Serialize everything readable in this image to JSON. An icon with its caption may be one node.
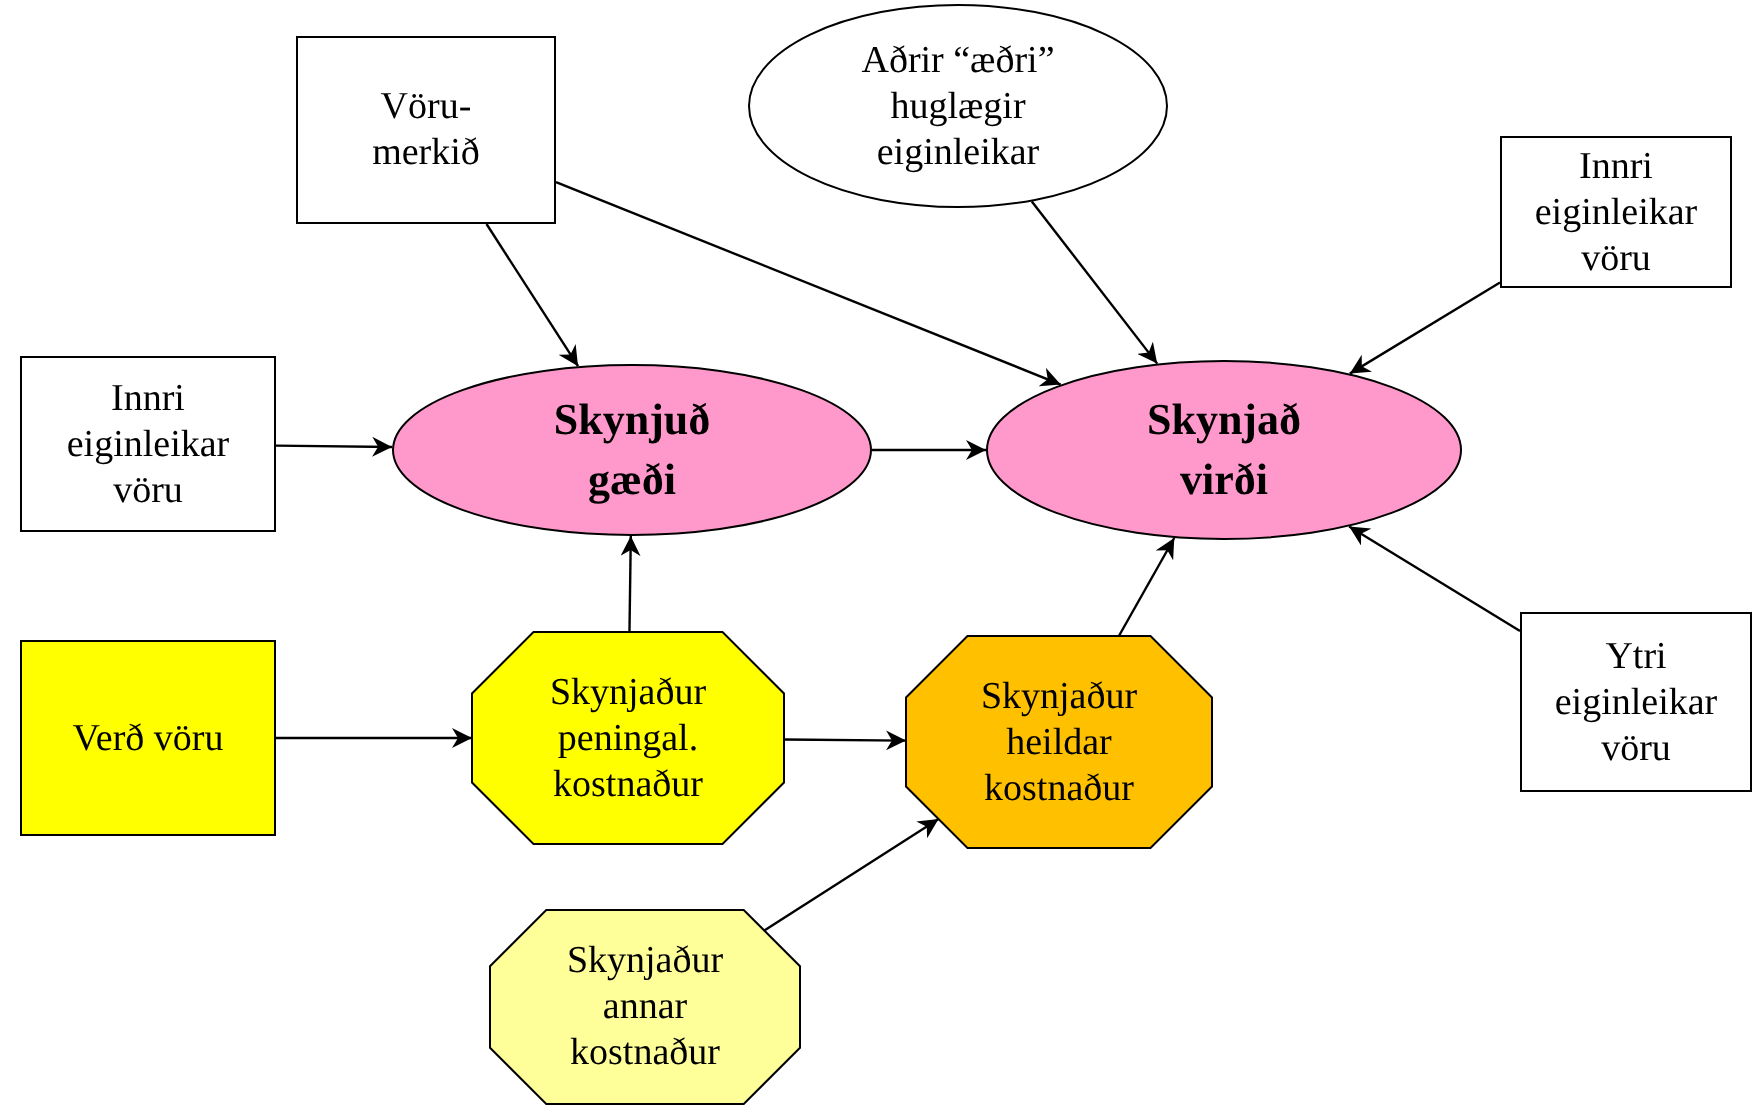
{
  "diagram": {
    "nodes": [
      {
        "text": [
          "Vöru- merkið"
        ]
      },
      {
        "text": [
          "Aðrir “æðri” huglægir eiginleikar"
        ]
      },
      {
        "text": [
          "Innri eiginleikar vöru"
        ]
      },
      {
        "text": [
          "Innri eiginleikar vöru"
        ]
      },
      {
        "text": [
          "Skynjuð gæði"
        ]
      },
      {
        "text": [
          "Skynjað virði"
        ]
      },
      {
        "text": [
          "Verð vöru"
        ]
      },
      {
        "text": [
          "Skynjaður peningal. kostnaður"
        ]
      },
      {
        "text": [
          "Skynjaður heildar kostnaður"
        ]
      },
      {
        "text": [
          "Ytri eiginleikar vöru"
        ]
      },
      {
        "text": [
          "Skynjaður annar kostnaður"
        ]
      }
    ],
    "edges": [
      {
        "from": 0,
        "to": 4,
        "arrow": "to"
      },
      {
        "from": 0,
        "to": 5,
        "arrow": "to"
      },
      {
        "from": 1,
        "to": 5,
        "arrow": "to"
      },
      {
        "from": 2,
        "to": 5,
        "arrow": "to"
      },
      {
        "from": 3,
        "to": 4,
        "arrow": "to"
      },
      {
        "from": 4,
        "to": 5,
        "arrow": "to"
      },
      {
        "from": 9,
        "to": 5,
        "arrow": "to"
      },
      {
        "from": 6,
        "to": 7,
        "arrow": "to"
      },
      {
        "from": 7,
        "to": 4,
        "arrow": "to"
      },
      {
        "from": 7,
        "to": 8,
        "arrow": "to"
      },
      {
        "from": 8,
        "to": 5,
        "arrow": "to"
      },
      {
        "from": 10,
        "to": 8,
        "arrow": "to"
      }
    ]
  }
}
